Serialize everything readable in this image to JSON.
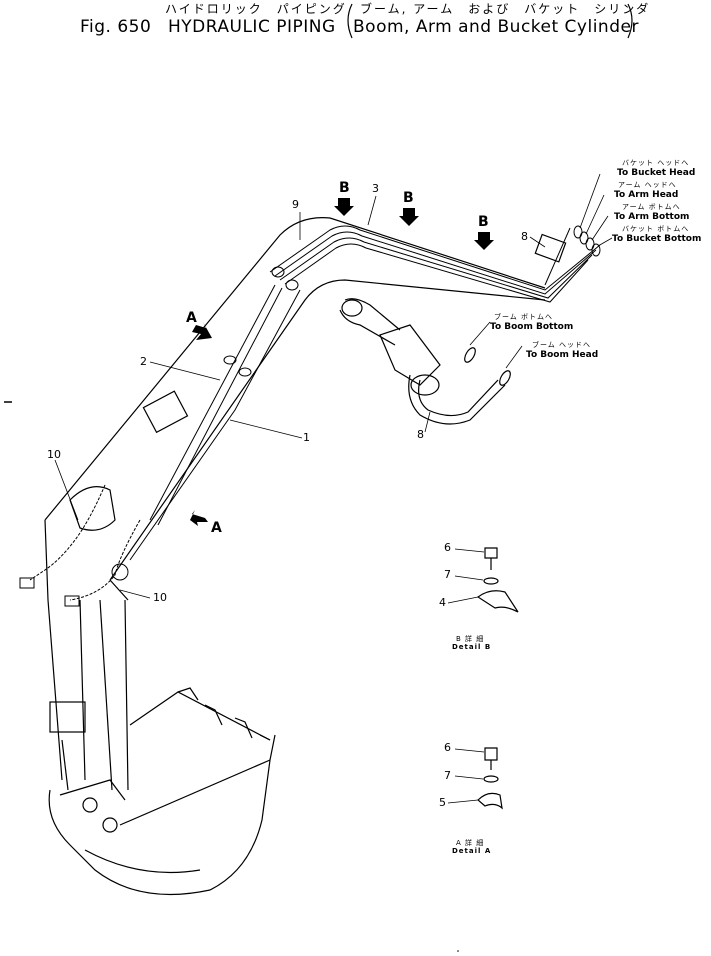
{
  "header": {
    "jp_line": "ハイドロリック　パイピング",
    "jp_paren": "ブーム, アーム　および　バケット　シリンダ",
    "fig": "Fig. 650",
    "title": "HYDRAULIC PIPING",
    "subtitle": "Boom, Arm and Bucket Cylinder"
  },
  "hose_labels": [
    {
      "jp": "バケット ヘッドへ",
      "en": "To Bucket Head"
    },
    {
      "jp": "アーム ヘッドへ",
      "en": "To Arm Head"
    },
    {
      "jp": "アーム ボトムへ",
      "en": "To Arm Bottom"
    },
    {
      "jp": "バケット ボトムへ",
      "en": "To Bucket Bottom"
    },
    {
      "jp": "ブーム ボトムへ",
      "en": "To Boom Bottom"
    },
    {
      "jp": "ブーム ヘッドへ",
      "en": "To Boom Head"
    }
  ],
  "callouts": {
    "n1": "1",
    "n2": "2",
    "n3": "3",
    "n8a": "8",
    "n8b": "8",
    "n9": "9",
    "n10a": "10",
    "n10b": "10"
  },
  "view_arrows": {
    "a1": "A",
    "a2": "A",
    "b1": "B",
    "b2": "B",
    "b3": "B"
  },
  "detail_b": {
    "n6": "6",
    "n7": "7",
    "n4": "4",
    "jp": "B 詳 細",
    "en": "Detail B"
  },
  "detail_a": {
    "n6": "6",
    "n7": "7",
    "n5": "5",
    "jp": "A 詳 細",
    "en": "Detail A"
  }
}
